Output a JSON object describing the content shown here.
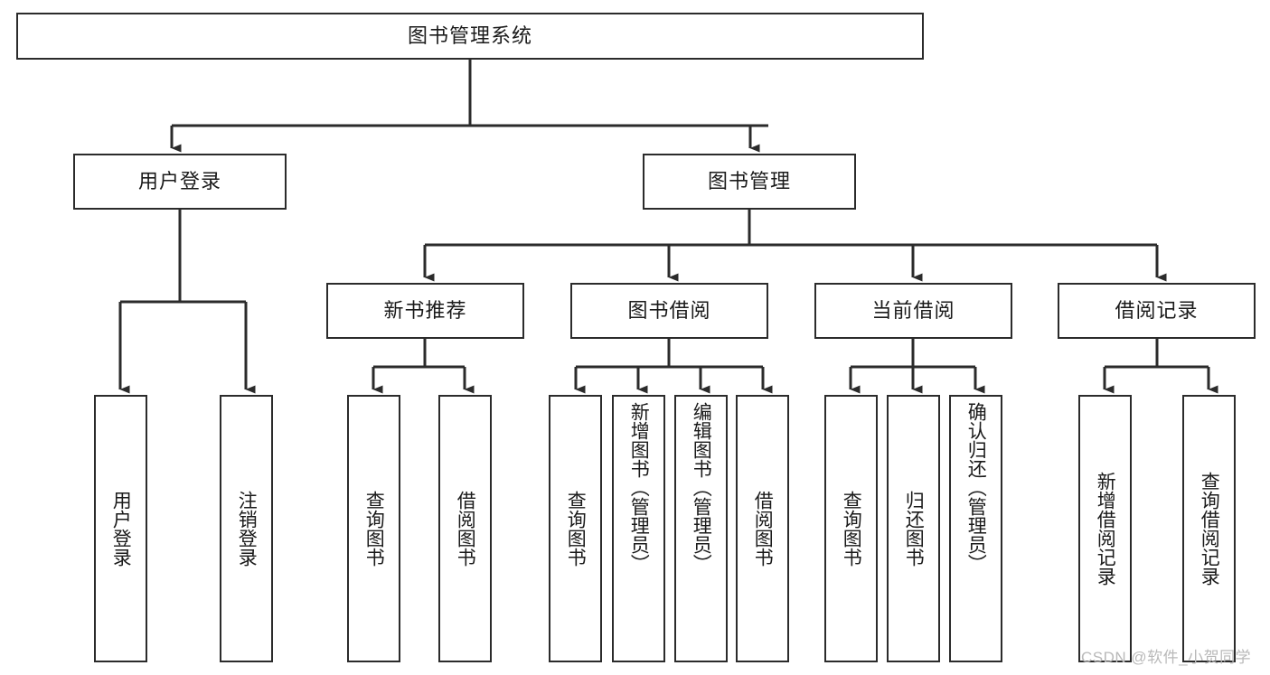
{
  "diagram": {
    "type": "tree-hierarchy",
    "title": "图书管理系统",
    "watermark": "CSDN @软件_小贺同学",
    "colors": {
      "box_border": "#2b2b2b",
      "box_fill": "#ffffff",
      "connector": "#2b2b2b",
      "text": "#1a1a1a",
      "watermark": "#b9b9b9"
    },
    "levels": {
      "root": {
        "label": "图书管理系统"
      },
      "level2": [
        {
          "id": "user-login",
          "label": "用户登录"
        },
        {
          "id": "book-manage",
          "label": "图书管理"
        }
      ],
      "level3": [
        {
          "id": "new-book-recommend",
          "label": "新书推荐"
        },
        {
          "id": "book-borrow",
          "label": "图书借阅"
        },
        {
          "id": "current-borrow",
          "label": "当前借阅"
        },
        {
          "id": "borrow-record",
          "label": "借阅记录"
        }
      ],
      "leaves": {
        "user_login": [
          {
            "id": "leaf-user-login",
            "label": "用户登录"
          },
          {
            "id": "leaf-logout-login",
            "label": "注销登录"
          }
        ],
        "new_book_recommend": [
          {
            "id": "leaf-query-book-1",
            "label": "查询图书"
          },
          {
            "id": "leaf-borrow-book-1",
            "label": "借阅图书"
          }
        ],
        "book_borrow": [
          {
            "id": "leaf-query-book-2",
            "label": "查询图书"
          },
          {
            "id": "leaf-add-book",
            "label": "新增图书（管理员）"
          },
          {
            "id": "leaf-edit-book",
            "label": "编辑图书（管理员）"
          },
          {
            "id": "leaf-borrow-book-2",
            "label": "借阅图书"
          }
        ],
        "current_borrow": [
          {
            "id": "leaf-query-book-3",
            "label": "查询图书"
          },
          {
            "id": "leaf-return-book",
            "label": "归还图书"
          },
          {
            "id": "leaf-confirm-return",
            "label": "确认归还（管理员）"
          }
        ],
        "borrow_record": [
          {
            "id": "leaf-add-record",
            "label": "新增借阅记录"
          },
          {
            "id": "leaf-query-record",
            "label": "查询借阅记录"
          }
        ]
      }
    }
  }
}
